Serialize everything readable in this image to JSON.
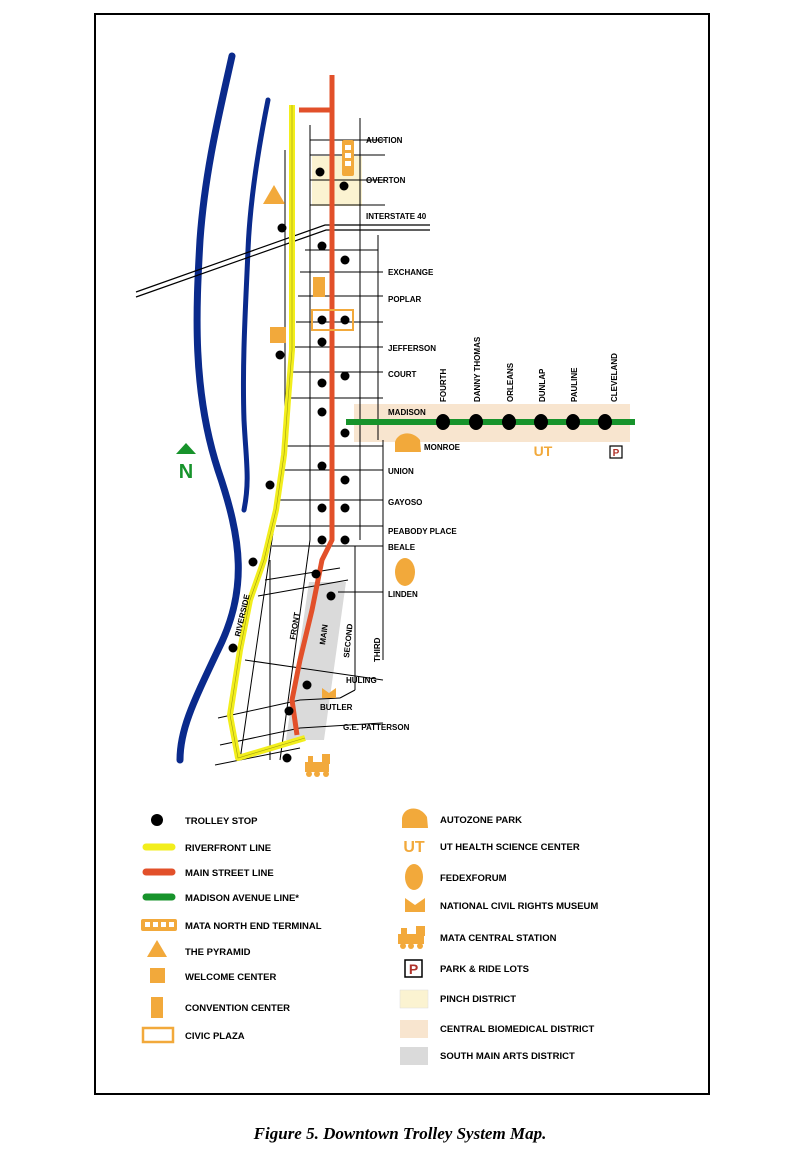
{
  "colors": {
    "river": "#0a2a8c",
    "riverfront_line": "#f2ee1c",
    "main_street_line": "#e2502a",
    "madison_line": "#17932b",
    "landmark": "#f2a93b",
    "pinch": "#fbf3d1",
    "biomedical": "#f8e5cf",
    "south_main": "#dadada",
    "street": "#000000",
    "park_ride": "#b0322a",
    "north_arrow": "#17932b"
  },
  "streets": {
    "auction": "AUCTION",
    "overton": "OVERTON",
    "interstate40": "INTERSTATE 40",
    "exchange": "EXCHANGE",
    "poplar": "POPLAR",
    "jefferson": "JEFFERSON",
    "court": "COURT",
    "madison": "MADISON",
    "monroe": "MONROE",
    "union": "UNION",
    "gayoso": "GAYOSO",
    "peabody": "PEABODY PLACE",
    "beale": "BEALE",
    "linden": "LINDEN",
    "huling": "HULING",
    "butler": "BUTLER",
    "ge_patterson": "G.E. PATTERSON",
    "riverside": "RIVERSIDE",
    "front": "FRONT",
    "main": "MAIN",
    "second": "SECOND",
    "third": "THIRD",
    "fourth": "FOURTH",
    "danny_thomas": "DANNY THOMAS",
    "orleans": "ORLEANS",
    "dunlap": "DUNLAP",
    "pauline": "PAULINE",
    "cleveland": "CLEVELAND"
  },
  "map_marks": {
    "north": "N",
    "ut": "UT",
    "park_ride": "P"
  },
  "legend": {
    "left": [
      {
        "icon": "trolley-stop-icon",
        "label": "TROLLEY STOP"
      },
      {
        "icon": "riverfront-line-icon",
        "label": "RIVERFRONT LINE"
      },
      {
        "icon": "main-street-line-icon",
        "label": "MAIN STREET LINE"
      },
      {
        "icon": "madison-line-icon",
        "label": "MADISON AVENUE LINE*"
      },
      {
        "icon": "bus-terminal-icon",
        "label": "MATA NORTH END TERMINAL"
      },
      {
        "icon": "pyramid-icon",
        "label": "THE PYRAMID"
      },
      {
        "icon": "welcome-center-icon",
        "label": "WELCOME CENTER"
      },
      {
        "icon": "convention-center-icon",
        "label": "CONVENTION CENTER"
      },
      {
        "icon": "civic-plaza-icon",
        "label": "CIVIC PLAZA"
      }
    ],
    "right": [
      {
        "icon": "autozone-park-icon",
        "label": "AUTOZONE PARK"
      },
      {
        "icon": "ut-logo-icon",
        "label": "UT HEALTH SCIENCE CENTER"
      },
      {
        "icon": "fedexforum-icon",
        "label": "FEDEXFORUM"
      },
      {
        "icon": "civil-rights-museum-icon",
        "label": "NATIONAL CIVIL RIGHTS MUSEUM"
      },
      {
        "icon": "train-icon",
        "label": "MATA CENTRAL STATION"
      },
      {
        "icon": "parking-icon",
        "label": "PARK & RIDE LOTS"
      },
      {
        "icon": "pinch-district-icon",
        "label": "PINCH DISTRICT"
      },
      {
        "icon": "biomedical-district-icon",
        "label": "CENTRAL BIOMEDICAL DISTRICT"
      },
      {
        "icon": "south-main-district-icon",
        "label": "SOUTH MAIN ARTS DISTRICT"
      }
    ]
  },
  "caption": "Figure 5. Downtown Trolley System Map."
}
